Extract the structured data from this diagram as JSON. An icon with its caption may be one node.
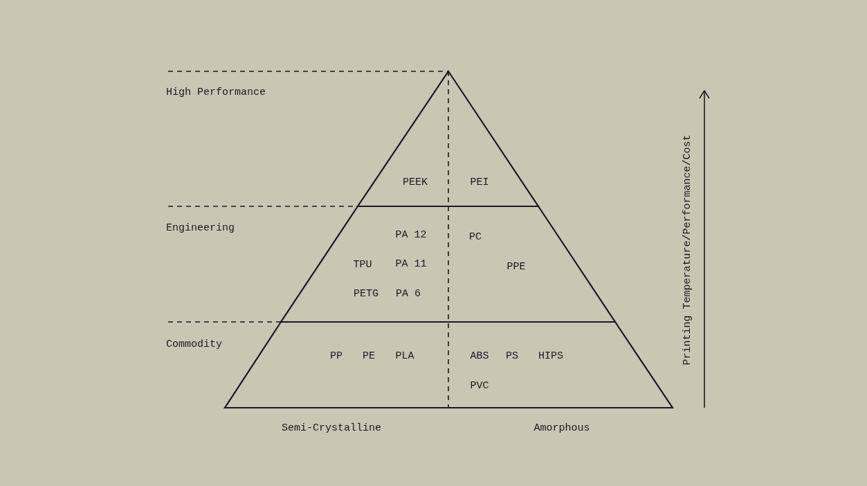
{
  "diagram": {
    "nodes": [
      {
        "text": [
          "PEEK",
          "PEI"
        ]
      },
      {
        "text": [
          "PA 12",
          "PC",
          "TPU",
          "PA 11",
          "PPE",
          "PETG",
          "PA 6"
        ]
      },
      {
        "text": [
          "PP",
          "PE",
          "PLA",
          "ABS",
          "PS",
          "HIPS",
          "PVC"
        ]
      }
    ],
    "labels": [
      "High Performance",
      "Engineering",
      "Commodity",
      "Printing Temperature/Performance/Cost",
      "Semi-Crystalline",
      "Amorphous"
    ]
  }
}
